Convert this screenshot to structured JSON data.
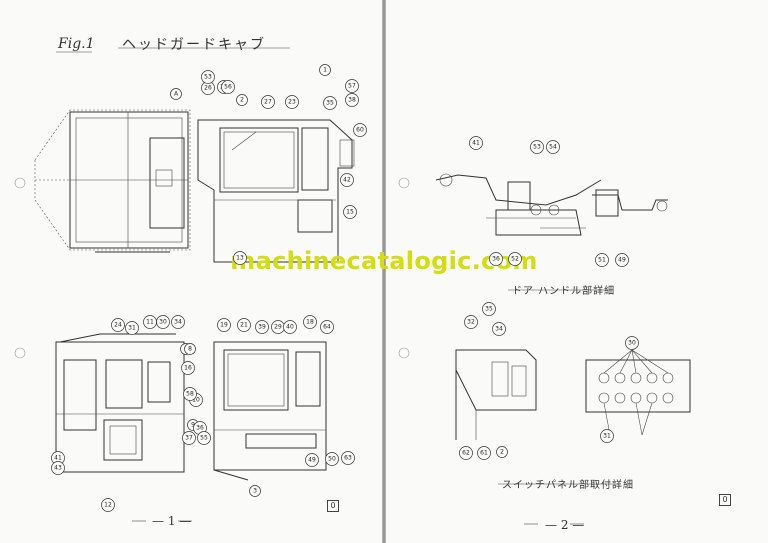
{
  "left_page": {
    "fig_label": "Fig.1",
    "fig_title": "ヘッドガードキャブ",
    "page_number": "— 1 —",
    "stamp": "0"
  },
  "right_page": {
    "page_number": "— 2 —",
    "stamp": "0",
    "caption_door": "ドア ハンドル部詳細",
    "caption_switch": "スイッチパネル部取付詳細"
  },
  "watermark": "machinecatalogic.com",
  "callouts_left": [
    "1",
    "2",
    "3",
    "6",
    "8",
    "9",
    "10",
    "11",
    "12",
    "13",
    "15",
    "16",
    "18",
    "19",
    "21",
    "23",
    "24",
    "26",
    "27",
    "28",
    "29",
    "30",
    "31",
    "34",
    "35",
    "36",
    "37",
    "38",
    "39",
    "40",
    "41",
    "42",
    "43",
    "49",
    "50",
    "53",
    "55",
    "56",
    "57",
    "58",
    "60",
    "63",
    "64",
    "A"
  ],
  "callouts_right": [
    "2",
    "30",
    "31",
    "32",
    "34",
    "35",
    "36",
    "41",
    "49",
    "51",
    "52",
    "53",
    "54",
    "61",
    "62"
  ]
}
